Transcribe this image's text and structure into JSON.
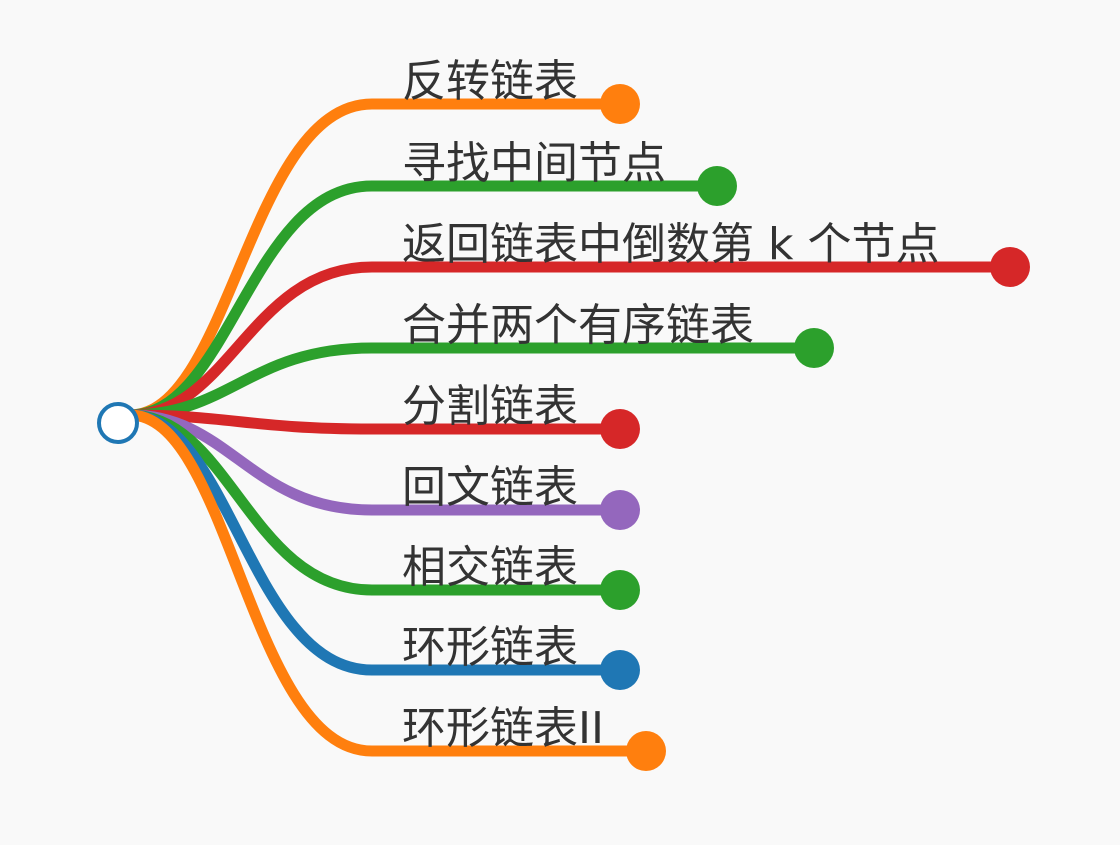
{
  "root": {
    "label": "",
    "color": "#1f77b4"
  },
  "branches": [
    {
      "label": "反转链表",
      "color": "#ff7f0e"
    },
    {
      "label": "寻找中间节点",
      "color": "#2ca02c"
    },
    {
      "label": "返回链表中倒数第 k 个节点",
      "color": "#d62728"
    },
    {
      "label": "合并两个有序链表",
      "color": "#2ca02c"
    },
    {
      "label": "分割链表",
      "color": "#d62728"
    },
    {
      "label": "回文链表",
      "color": "#9467bd"
    },
    {
      "label": "相交链表",
      "color": "#2ca02c"
    },
    {
      "label": "环形链表",
      "color": "#1f77b4"
    },
    {
      "label": "环形链表II",
      "color": "#ff7f0e"
    }
  ]
}
